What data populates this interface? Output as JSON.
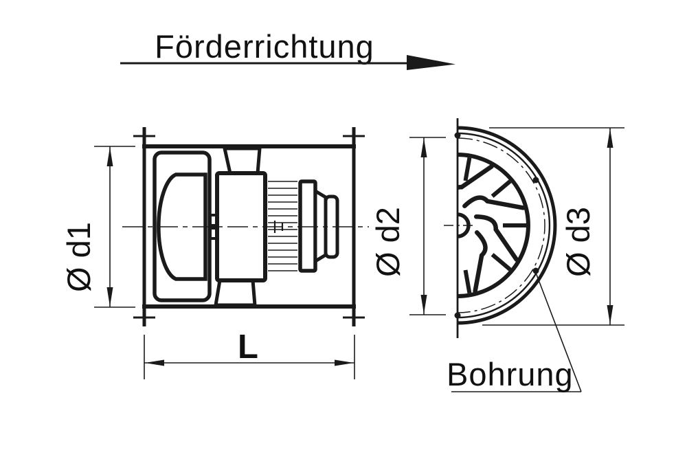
{
  "drawing": {
    "title_arrow_label": "Förderrichtung",
    "side_view": {
      "dim_diameter_label": "Ø d1",
      "dim_length_label": "L"
    },
    "front_view": {
      "dim_bolt_circle_label": "Ø d2",
      "dim_outer_diameter_label": "Ø d3",
      "hole_callout_label": "Bohrung"
    },
    "colors": {
      "ink": "#1a1a1a",
      "background": "#ffffff"
    }
  }
}
